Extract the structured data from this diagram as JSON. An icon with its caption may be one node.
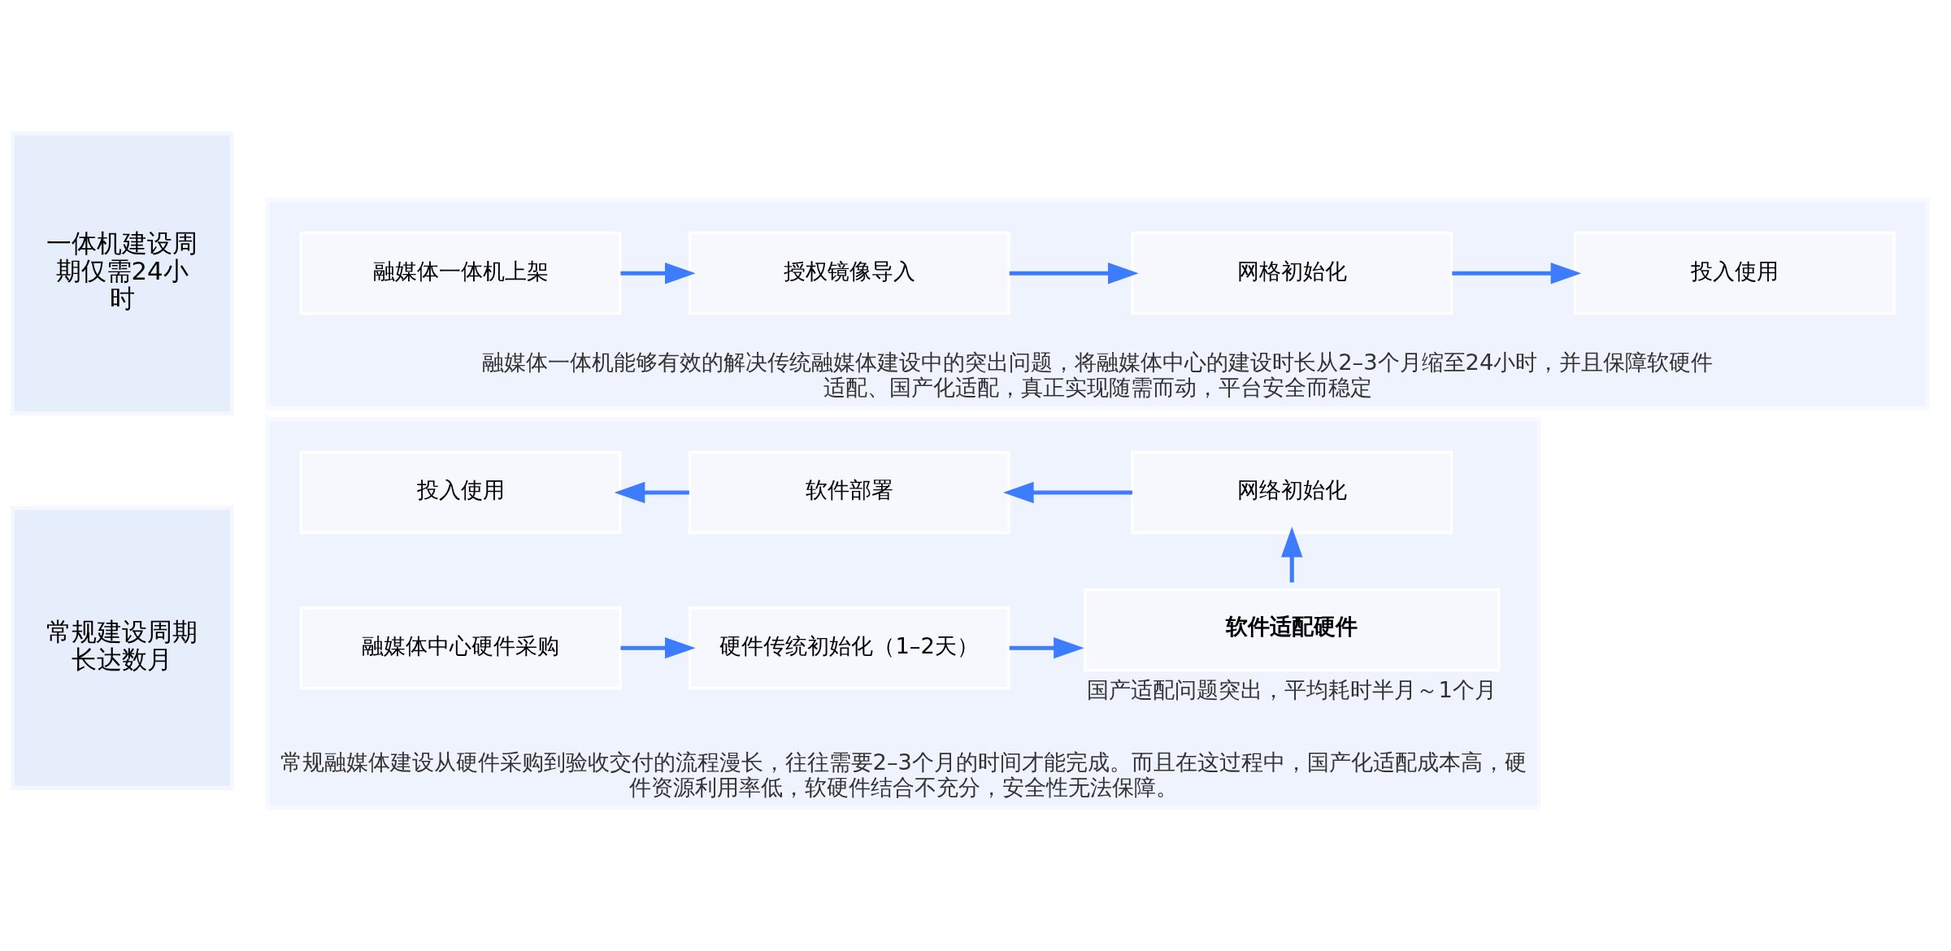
{
  "diagram": {
    "nodes": [
      {
        "text": [
          "常规建设周期长达数月"
        ]
      },
      {
        "text": [
          "常规融媒体建设从硬件采购到验收交付的流程漫长，往往需要2–3个月的时间才能完成。而且在这过程中，国产化适配成本高，硬件资源利用率低，软硬件结合不充分，安全性无法保障。"
        ]
      },
      {
        "text": [
          "融媒体中心硬件采购"
        ],
        "in": 1
      },
      {
        "text": [
          "硬件传统初始化（1–2天）"
        ],
        "in": 1
      },
      {
        "text": [
          "软件适配硬件"
        ],
        "in": 1,
        "beside": [
          "国产适配问题突出，平均耗时半月～1个月"
        ]
      },
      {
        "text": [
          "网络初始化"
        ],
        "in": 1
      },
      {
        "text": [
          "软件部署"
        ],
        "in": 1
      },
      {
        "text": [
          "投入使用"
        ],
        "in": 1
      },
      {
        "text": [
          "一体机建设周期仅需24小时"
        ]
      },
      {
        "text": [
          "融媒体一体机能够有效的解决传统融媒体建设中的突出问题，将融媒体中心的建设时长从2–3个月缩至24小时，并且保障软硬件适配、国产化适配，真正实现随需而动，平台安全而稳定"
        ]
      },
      {
        "text": [
          "融媒体一体机上架"
        ],
        "in": 9
      },
      {
        "text": [
          "授权镜像导入"
        ],
        "in": 9
      },
      {
        "text": [
          "网格初始化"
        ],
        "in": 9
      },
      {
        "text": [
          "投入使用"
        ],
        "in": 9
      }
    ],
    "edges": [
      {
        "from": 2,
        "to": 3,
        "arrow": "to"
      },
      {
        "from": 3,
        "to": 4,
        "arrow": "to"
      },
      {
        "from": 4,
        "to": 5,
        "arrow": "to"
      },
      {
        "from": 5,
        "to": 6,
        "arrow": "to"
      },
      {
        "from": 6,
        "to": 7,
        "arrow": "to"
      },
      {
        "from": 10,
        "to": 11,
        "arrow": "to"
      },
      {
        "from": 11,
        "to": 12,
        "arrow": "to"
      },
      {
        "from": 12,
        "to": 13,
        "arrow": "to"
      }
    ]
  }
}
